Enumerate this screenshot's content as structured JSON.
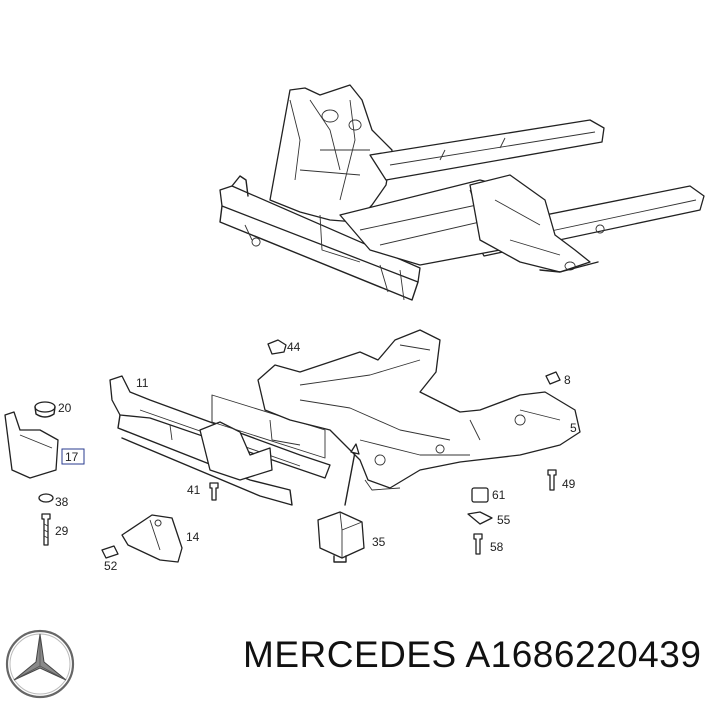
{
  "callouts": [
    {
      "id": "c11",
      "label": "11"
    },
    {
      "id": "c44",
      "label": "44"
    },
    {
      "id": "c8",
      "label": "8"
    },
    {
      "id": "c20",
      "label": "20"
    },
    {
      "id": "c17",
      "label": "17"
    },
    {
      "id": "c5",
      "label": "5"
    },
    {
      "id": "c41",
      "label": "41"
    },
    {
      "id": "c49",
      "label": "49"
    },
    {
      "id": "c61",
      "label": "61"
    },
    {
      "id": "c38",
      "label": "38"
    },
    {
      "id": "c55",
      "label": "55"
    },
    {
      "id": "c29",
      "label": "29"
    },
    {
      "id": "c14",
      "label": "14"
    },
    {
      "id": "c35",
      "label": "35"
    },
    {
      "id": "c58",
      "label": "58"
    },
    {
      "id": "c52",
      "label": "52"
    }
  ],
  "brand": {
    "name": "MERCEDES",
    "part_number": "A1686220439",
    "logo_icon": "mercedes-star-icon"
  },
  "colors": {
    "line": "#222222",
    "background": "#ffffff"
  }
}
